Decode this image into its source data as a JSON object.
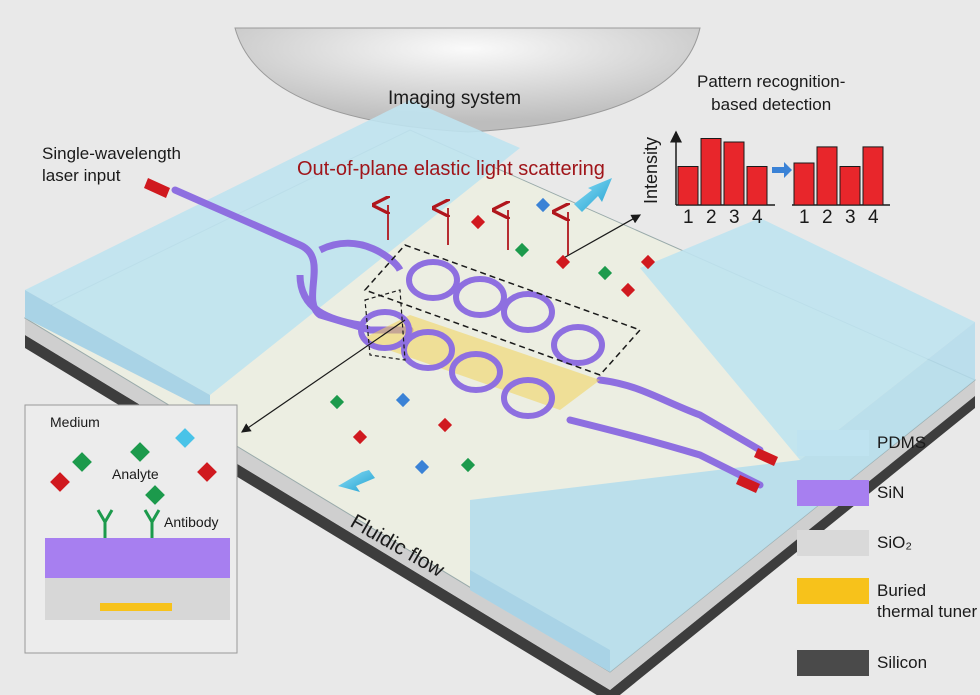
{
  "labels": {
    "imaging_system": "Imaging system",
    "laser_input_line1": "Single-wavelength",
    "laser_input_line2": "laser input",
    "scattering": "Out-of-plane elastic light scattering",
    "fluidic_flow": "Fluidic flow",
    "medium": "Medium",
    "analyte": "Analyte",
    "antibody": "Antibody"
  },
  "pattern_panel": {
    "title_line1": "Pattern recognition-",
    "title_line2": "based detection",
    "y_label": "Intensity",
    "before": {
      "categories": [
        "1",
        "2",
        "3",
        "4"
      ],
      "values": [
        0.55,
        0.95,
        0.9,
        0.55
      ]
    },
    "after": {
      "categories": [
        "1",
        "2",
        "3",
        "4"
      ],
      "values": [
        0.6,
        0.83,
        0.55,
        0.83
      ]
    },
    "bar_color": "#e8262b"
  },
  "legend": [
    {
      "label": "PDMS",
      "color": "#bfe3f0"
    },
    {
      "label": "SiN",
      "color": "#a77ff0"
    },
    {
      "label": "SiO₂",
      "color": "#d9d9d9"
    },
    {
      "label": "Buried thermal tuner",
      "color": "#f7c21b"
    },
    {
      "label": "Silicon",
      "color": "#4a4a4a"
    }
  ],
  "colors": {
    "arrow_red": "#b0161c",
    "analyte_red": "#d0191f",
    "analyte_green": "#1c9a4c",
    "analyte_blue": "#3a82d6",
    "flow_cyan": "#49c3e8"
  }
}
